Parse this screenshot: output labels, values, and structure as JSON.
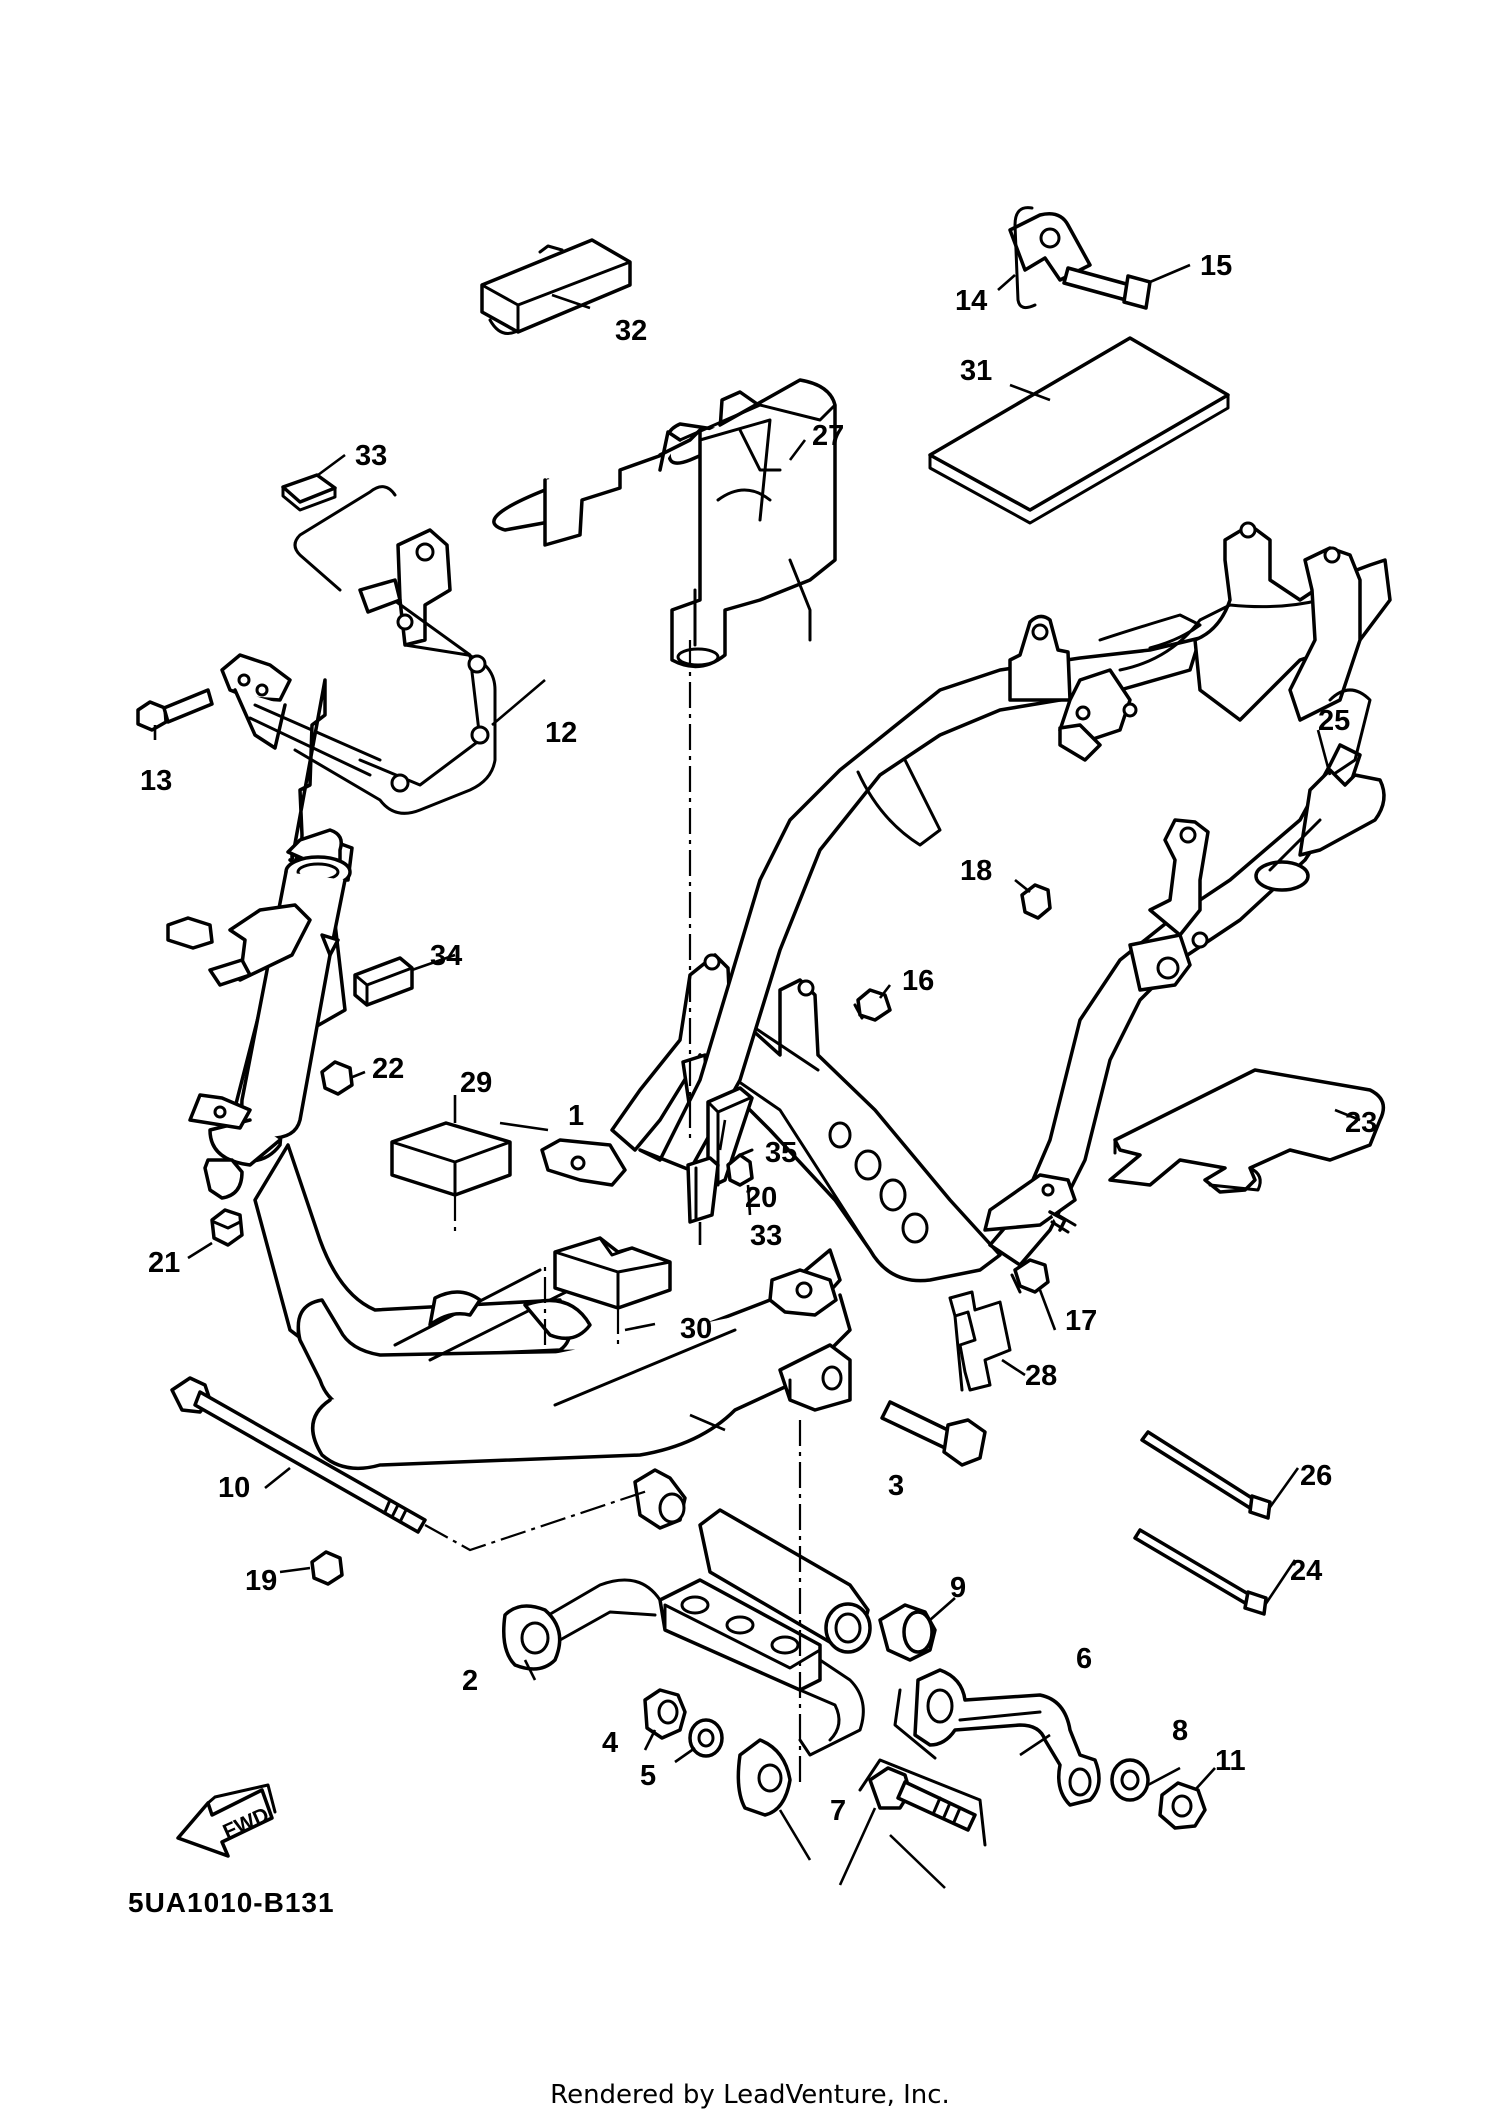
{
  "diagram": {
    "code": "5UA1010-B131",
    "footer": "Rendered by LeadVenture, Inc.",
    "fwd_label": "FWD",
    "callouts": [
      {
        "id": "c1",
        "label": "1"
      },
      {
        "id": "c2",
        "label": "2"
      },
      {
        "id": "c3",
        "label": "3"
      },
      {
        "id": "c4",
        "label": "4"
      },
      {
        "id": "c5",
        "label": "5"
      },
      {
        "id": "c6",
        "label": "6"
      },
      {
        "id": "c7",
        "label": "7"
      },
      {
        "id": "c8",
        "label": "8"
      },
      {
        "id": "c9",
        "label": "9"
      },
      {
        "id": "c10",
        "label": "10"
      },
      {
        "id": "c11",
        "label": "11"
      },
      {
        "id": "c12",
        "label": "12"
      },
      {
        "id": "c13",
        "label": "13"
      },
      {
        "id": "c14",
        "label": "14"
      },
      {
        "id": "c15",
        "label": "15"
      },
      {
        "id": "c16",
        "label": "16"
      },
      {
        "id": "c17",
        "label": "17"
      },
      {
        "id": "c18",
        "label": "18"
      },
      {
        "id": "c19",
        "label": "19"
      },
      {
        "id": "c20",
        "label": "20"
      },
      {
        "id": "c21",
        "label": "21"
      },
      {
        "id": "c22",
        "label": "22"
      },
      {
        "id": "c23",
        "label": "23"
      },
      {
        "id": "c24",
        "label": "24"
      },
      {
        "id": "c25",
        "label": "25"
      },
      {
        "id": "c26",
        "label": "26"
      },
      {
        "id": "c27",
        "label": "27"
      },
      {
        "id": "c28",
        "label": "28"
      },
      {
        "id": "c29",
        "label": "29"
      },
      {
        "id": "c30",
        "label": "30"
      },
      {
        "id": "c31",
        "label": "31"
      },
      {
        "id": "c32",
        "label": "32"
      },
      {
        "id": "c33a",
        "label": "33"
      },
      {
        "id": "c33b",
        "label": "33"
      },
      {
        "id": "c34",
        "label": "34"
      },
      {
        "id": "c35",
        "label": "35"
      }
    ]
  }
}
